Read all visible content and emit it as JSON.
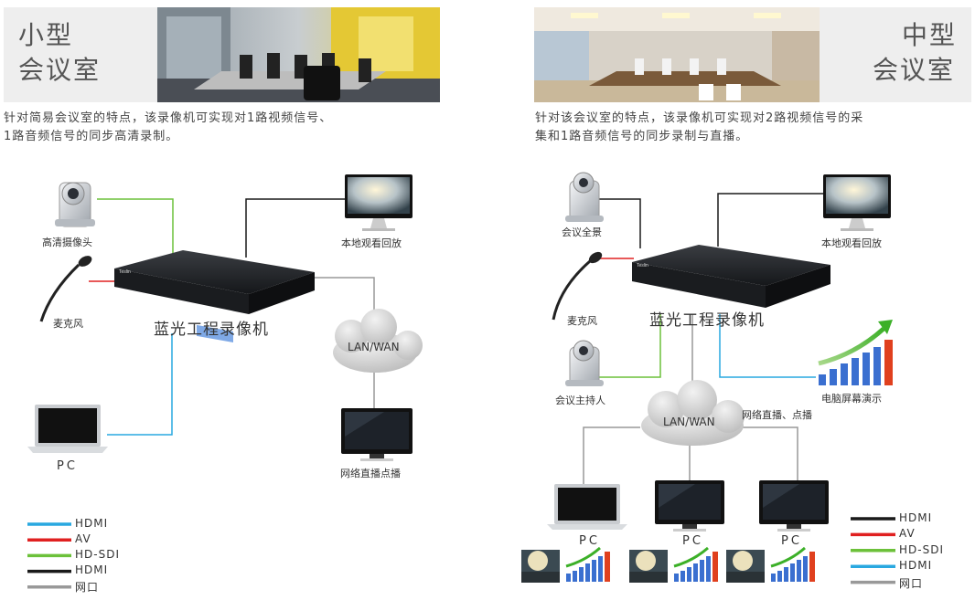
{
  "left": {
    "title_line1": "小型",
    "title_line2": "会议室",
    "desc_line1": "针对简易会议室的特点，该录像机可实现对1路视频信号、",
    "desc_line2": "1路音频信号的同步高清录制。",
    "labels": {
      "camera": "高清摄像头",
      "mic": "麦克风",
      "device": "蓝光工程录像机",
      "monitor": "本地观看回放",
      "cloud": "LAN/WAN",
      "tv": "网络直播点播",
      "pc": "PC"
    },
    "legend": [
      {
        "label": "HDMI",
        "color": "#29a8e0"
      },
      {
        "label": "AV",
        "color": "#e02020"
      },
      {
        "label": "HD-SDI",
        "color": "#6cc13a"
      },
      {
        "label": "HDMI",
        "color": "#1a1a1a"
      },
      {
        "label": "网口",
        "color": "#999999"
      }
    ]
  },
  "right": {
    "title_line1": "中型",
    "title_line2": "会议室",
    "desc_line1": "针对该会议室的特点，该录像机可实现对2路视频信号的采",
    "desc_line2": "集和1路音频信号的同步录制与直播。",
    "labels": {
      "camera_pano": "会议全景",
      "mic": "麦克风",
      "camera_host": "会议主持人",
      "device": "蓝光工程录像机",
      "monitor": "本地观看回放",
      "presentation": "电脑屏幕演示",
      "cloud": "LAN/WAN",
      "stream": "网络直播、点播",
      "pc1": "PC",
      "pc2": "PC",
      "pc3": "PC"
    },
    "legend": [
      {
        "label": "HDMI",
        "color": "#1a1a1a"
      },
      {
        "label": "AV",
        "color": "#e02020"
      },
      {
        "label": "HD-SDI",
        "color": "#6cc13a"
      },
      {
        "label": "HDMI",
        "color": "#29a8e0"
      },
      {
        "label": "网口",
        "color": "#999999"
      }
    ]
  },
  "colors": {
    "hdmi_blue": "#29a8e0",
    "av_red": "#e02020",
    "sdi_green": "#6cc13a",
    "hdmi_black": "#1a1a1a",
    "net_gray": "#999999"
  },
  "device_brand": "Teslin"
}
